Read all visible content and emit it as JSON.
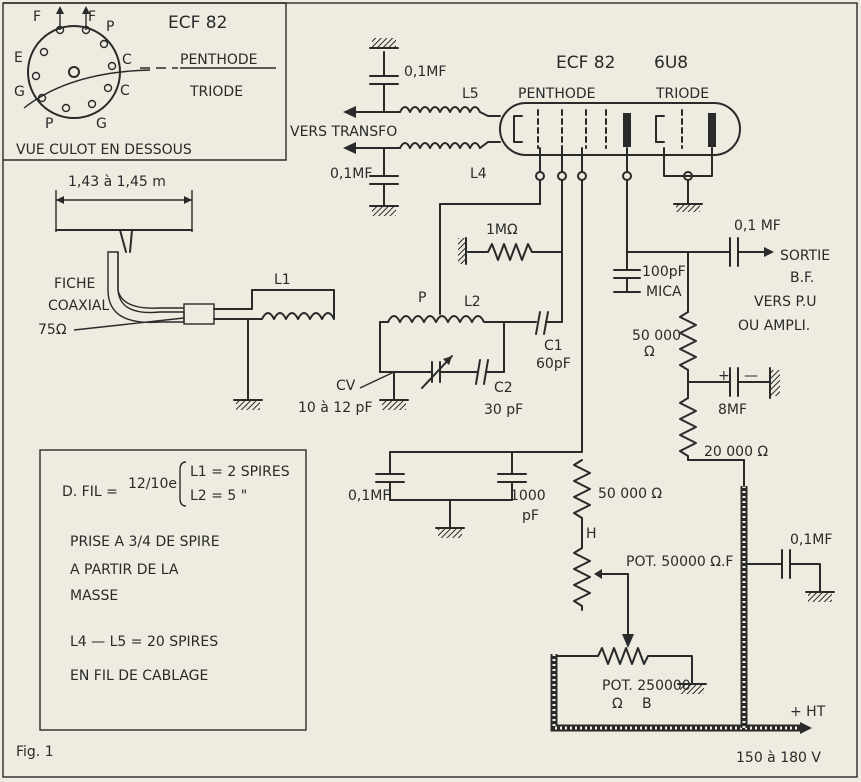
{
  "tube": {
    "name": "ECF 82",
    "alt": "6U8",
    "pentode": "PENTHODE",
    "triode": "TRIODE"
  },
  "socket": {
    "title": "ECF 82",
    "view": "VUE CULOT EN DESSOUS",
    "penthode": "PENTHODE",
    "triode": "TRIODE",
    "pins": [
      "F",
      "F",
      "P",
      "C",
      "C",
      "G",
      "P",
      "G",
      "E"
    ]
  },
  "labels": {
    "vers_transfo": "VERS TRANSFO",
    "c_top": "0,1MF",
    "l5": "L5",
    "c_l4": "0,1MF",
    "l4": "L4",
    "antenna_len": "1,43 à 1,45 m",
    "fiche": "FICHE",
    "coaxial": "COAXIAL",
    "ohm75": "75Ω",
    "l1": "L1",
    "r1m": "1MΩ",
    "p": "P",
    "l2": "L2",
    "c1": "C1",
    "c1v": "60pF",
    "cv": "CV",
    "cvv": "10 à 12 pF",
    "c2": "C2",
    "c2v": "30 pF",
    "c_out": "0,1 MF",
    "sortie1": "SORTIE",
    "sortie2": "B.F.",
    "sortie3": "VERS P.U",
    "sortie4": "OU AMPLI.",
    "c100": "100pF",
    "mica": "MICA",
    "r50k_a": "50 000",
    "r50k_a_unit": "Ω",
    "c8": "8MF",
    "plus": "+",
    "minus": "—",
    "r20k": "20 000 Ω",
    "c01b": "0,1MF",
    "c1000a": "1000",
    "c1000b": "pF",
    "r50k_b": "50 000 Ω",
    "h": "H",
    "pot1": "POT. 50000 Ω.F",
    "c01c": "0,1MF",
    "pot2": "POT. 250000",
    "pot2b": "Ω",
    "pot2c": "B",
    "ht": "+ HT",
    "voltage": "150 à 180 V",
    "fig": "Fig. 1"
  },
  "notes": {
    "dfil": "D. FIL =",
    "frac": "12/10e",
    "l1": "L1 = 2 SPIRES",
    "l2": "L2 = 5     \"",
    "l3": "PRISE A 3/4 DE SPIRE",
    "l4": "A PARTIR DE LA",
    "l5": "MASSE",
    "l6": "L4 — L5 = 20 SPIRES",
    "l7": "EN FIL DE CABLAGE"
  }
}
